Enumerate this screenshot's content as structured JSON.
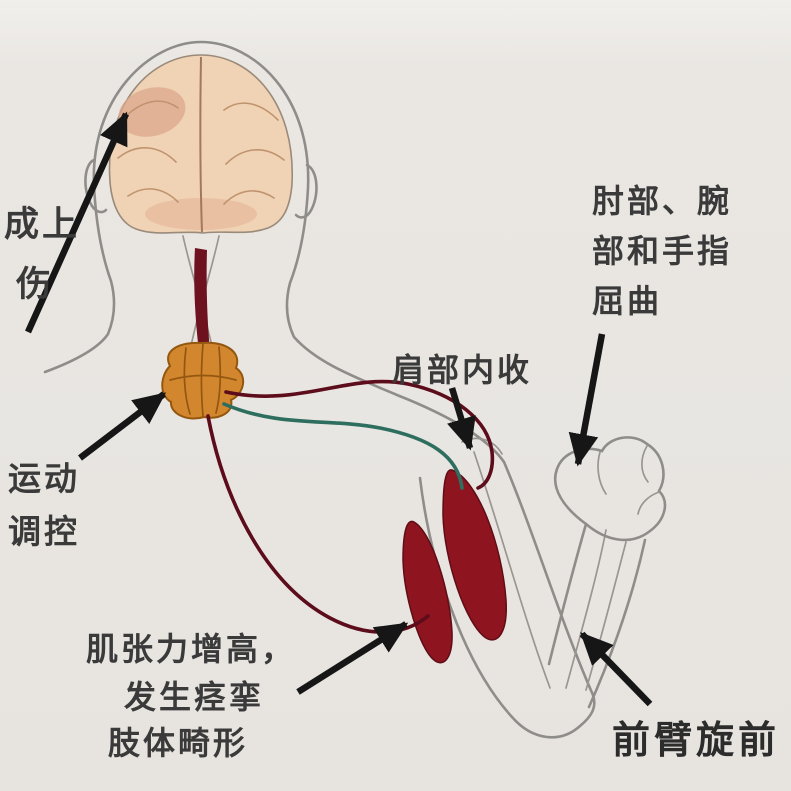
{
  "figure": {
    "description": "anatomical-diagram-spastic-hemiplegia-posture",
    "background": "#e9e6e2",
    "labels": {
      "injury": {
        "lines": [
          "成上",
          "伤"
        ]
      },
      "motor_control": {
        "lines": [
          "运动",
          "调控"
        ]
      },
      "shoulder_adduction": {
        "text": "肩部内收"
      },
      "elbow_wrist_finger_flexion": {
        "lines": [
          "肘部、腕",
          "部和手指",
          "屈曲"
        ]
      },
      "muscle_tone": {
        "lines": [
          "肌张力增高，",
          "发生痉挛",
          "肢体畸形"
        ]
      },
      "forearm_pronation": {
        "text": "前臂旋前"
      }
    },
    "colors": {
      "brain": "#f0d2b4",
      "brain_shade": "#dca78c",
      "brain_shade_soft": "#e3b394",
      "brainstem": "#d2862e",
      "spinal_cord": "#6e1220",
      "nerve_red": "#5c0c1a",
      "nerve_teal": "#2e6e5f",
      "muscle": "#8e1420",
      "arrow": "#161616",
      "text": "#3a3a3a"
    }
  }
}
